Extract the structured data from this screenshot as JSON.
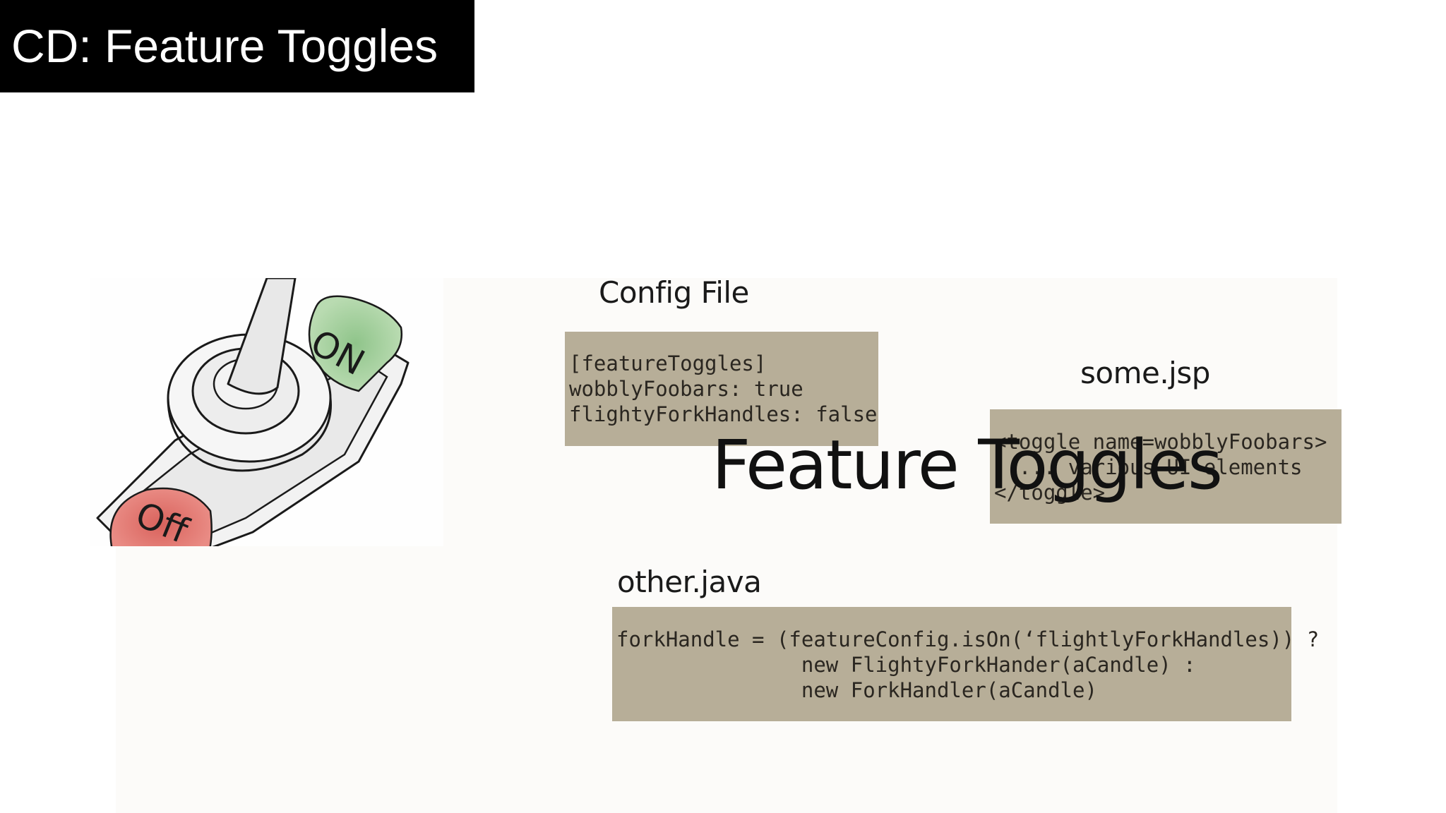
{
  "slide": {
    "title": "CD: Feature Toggles",
    "big_word": "Feature Toggles"
  },
  "illustration": {
    "on_label": "ON",
    "off_label": "Off",
    "on_color": "#8fc48a",
    "off_color": "#d9625c"
  },
  "config_file": {
    "heading": "Config File",
    "lines": [
      "[featureToggles]",
      "wobblyFoobars: true",
      "flightyForkHandles: false"
    ]
  },
  "some_jsp": {
    "heading": "some.jsp",
    "lines": [
      "<toggle name=wobblyFoobars>",
      "  ... various UI elements",
      "</toggle>"
    ]
  },
  "other_java": {
    "heading": "other.java",
    "lines": [
      "forkHandle = (featureConfig.isOn(‘flightlyForkHandles)) ?",
      "               new FlightyForkHander(aCandle) :",
      "               new ForkHandler(aCandle)"
    ]
  },
  "colors": {
    "code_background": "#b7ae98",
    "title_background": "#000000",
    "title_text": "#ffffff"
  }
}
